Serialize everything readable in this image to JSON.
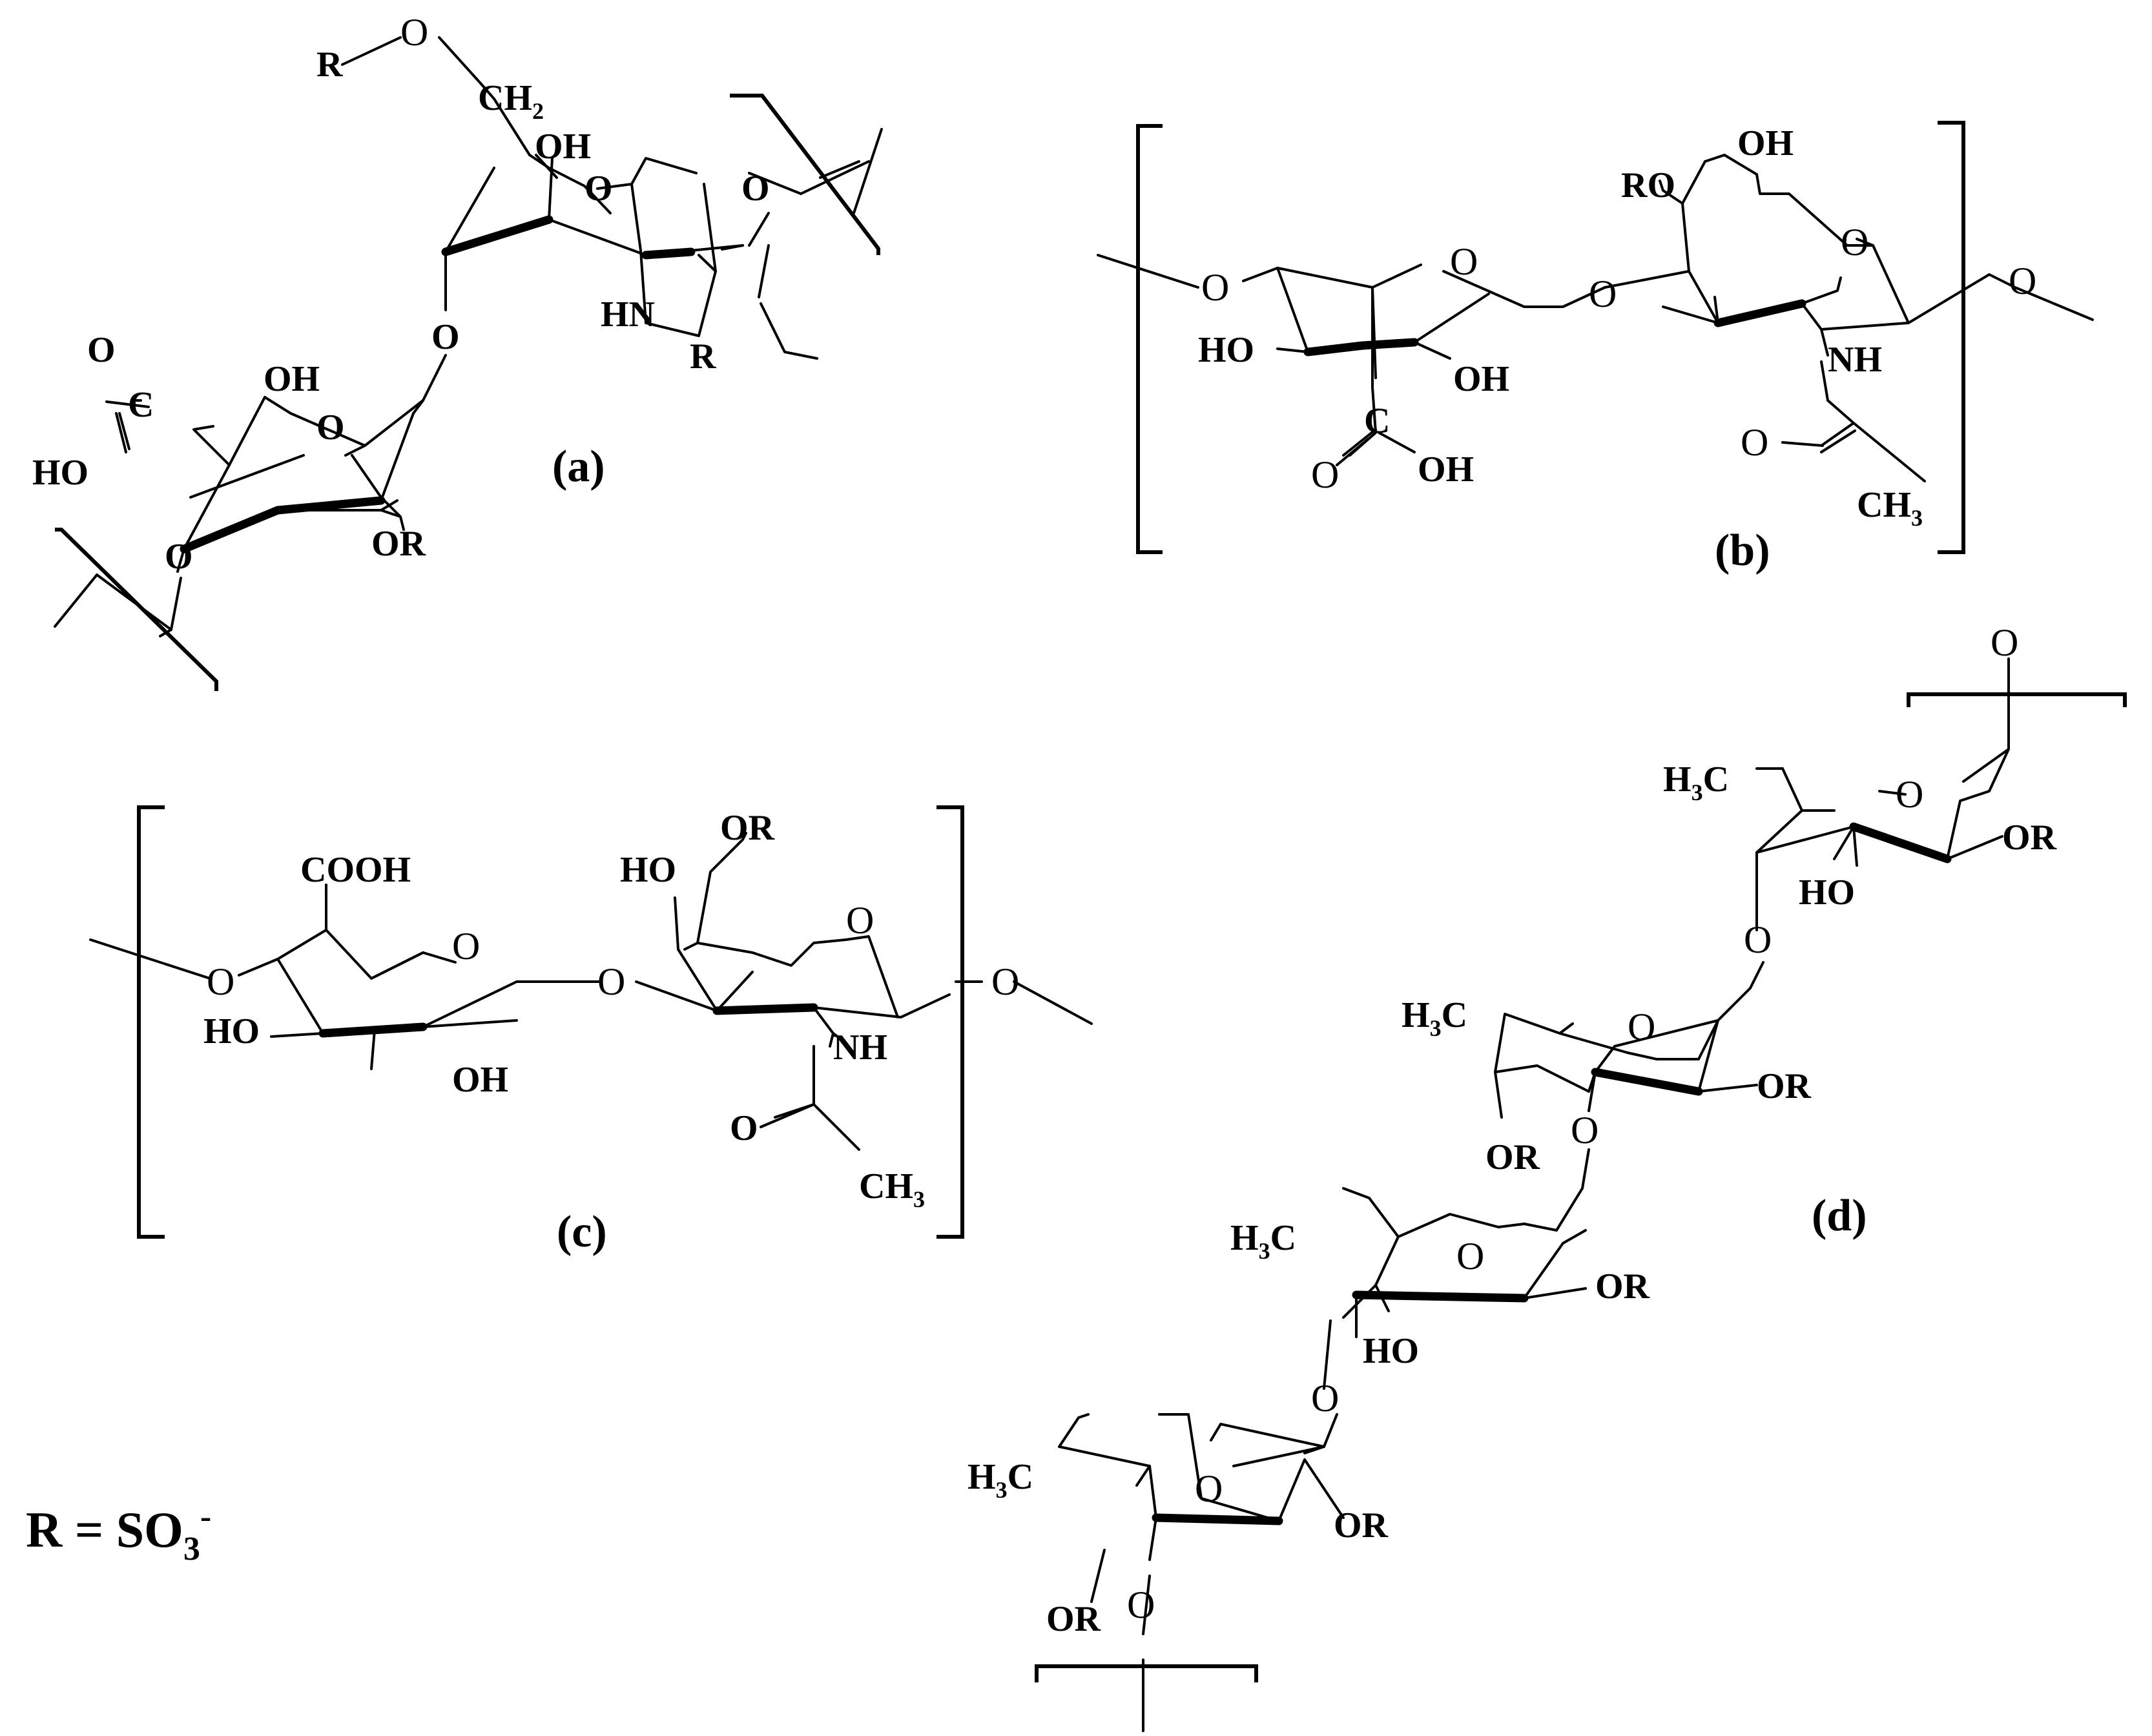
{
  "structures": {
    "a": {
      "caption": "(a)",
      "labels": {
        "r_top": "R",
        "o_top": "O",
        "ch2": "CH",
        "ch2_sub": "2",
        "oh_upper": "OH",
        "o_ring_upper": "O",
        "o_link_right": "O",
        "hn": "HN",
        "r_hn": "R",
        "o_link_mid": "O",
        "o_carbonyl": "O",
        "c_carboxyl": "C",
        "ho_carboxyl": "HO",
        "oh_lower": "OH",
        "o_ring_lower": "O",
        "o_link_left": "O",
        "or_lower": "OR"
      }
    },
    "b": {
      "caption": "(b)",
      "labels": {
        "oh_top": "OH",
        "ro": "RO",
        "o_ring_right": "O",
        "o_link_right": "O",
        "o_link_left": "O",
        "o_ring_left": "O",
        "o_glyco": "O",
        "ho_left": "HO",
        "oh_mid": "OH",
        "nh": "NH",
        "c_carboxyl": "C",
        "o_carboxyl": "O",
        "oh_carboxyl": "OH",
        "o_acetyl": "O",
        "ch3": "CH",
        "ch3_sub": "3"
      }
    },
    "c": {
      "caption": "(c)",
      "labels": {
        "cooh": "COOH",
        "or_top": "OR",
        "ho_top": "HO",
        "o_ring_left": "O",
        "o_ring_right": "O",
        "o_link_left": "O",
        "o_glyco": "O",
        "o_link_right": "O",
        "ho_left": "HO",
        "oh_mid": "OH",
        "nh": "NH",
        "o_acetyl": "O",
        "ch3": "CH",
        "ch3_sub": "3"
      }
    },
    "d": {
      "caption": "(d)",
      "labels": {
        "o_top": "O",
        "h3c_1": "H",
        "h3c_1_sub": "3",
        "h3c_1_c": "C",
        "o_ring_1": "O",
        "or_1": "OR",
        "ho_1": "HO",
        "o_link_1": "O",
        "h3c_2": "H",
        "h3c_2_sub": "3",
        "h3c_2_c": "C",
        "o_ring_2": "O",
        "or_2": "OR",
        "or_2b": "OR",
        "o_link_2": "O",
        "h3c_3": "H",
        "h3c_3_sub": "3",
        "h3c_3_c": "C",
        "o_ring_3": "O",
        "or_3": "OR",
        "ho_3": "HO",
        "o_link_3": "O",
        "h3c_4": "H",
        "h3c_4_sub": "3",
        "h3c_4_c": "C",
        "o_ring_4": "O",
        "or_4": "OR",
        "or_4b": "OR",
        "o_link_4": "O"
      }
    }
  },
  "legend": {
    "lhs": "R = SO",
    "sub": "3",
    "sup": "-"
  }
}
